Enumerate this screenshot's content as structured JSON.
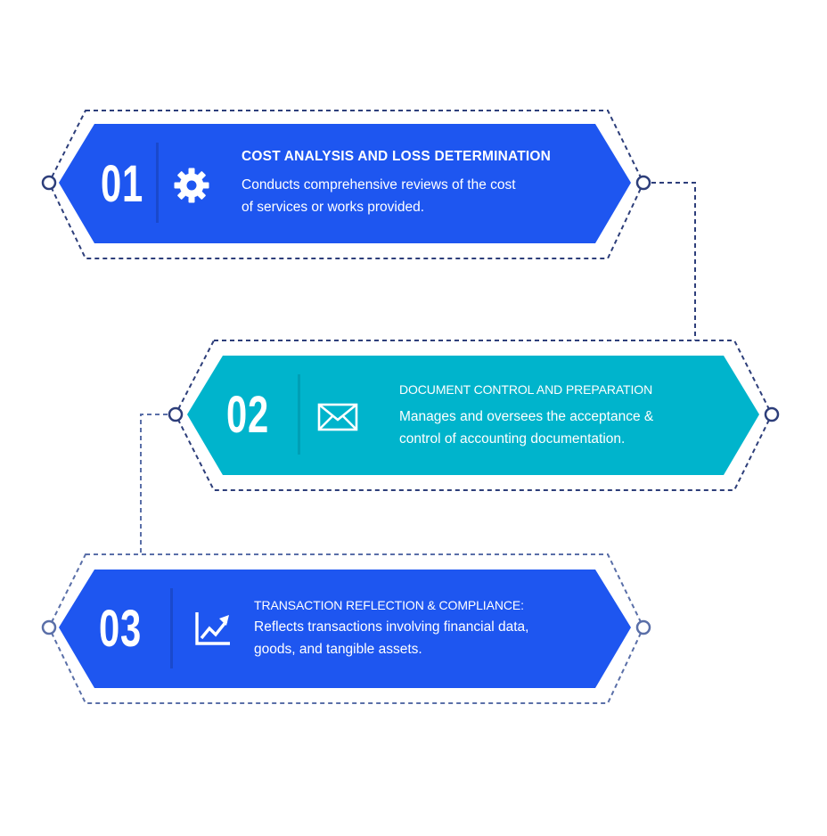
{
  "colors": {
    "blue": "#1e56f0",
    "teal": "#00b4cc",
    "outline": "#2d3e7a",
    "node_fill": "#ffffff"
  },
  "steps": [
    {
      "number": "01",
      "icon": "gear-icon",
      "title": "COST ANALYSIS AND LOSS DETERMINATION",
      "desc_line1": "Conducts comprehensive reviews of the cost",
      "desc_line2": "of services or works provided."
    },
    {
      "number": "02",
      "icon": "envelope-icon",
      "title": "DOCUMENT CONTROL AND PREPARATION",
      "desc_line1": "Manages and oversees the acceptance &",
      "desc_line2": "control of accounting documentation."
    },
    {
      "number": "03",
      "icon": "trend-up-icon",
      "title": "TRANSACTION REFLECTION & COMPLIANCE:",
      "desc_line1": "Reflects transactions involving financial data,",
      "desc_line2": "goods, and tangible assets."
    }
  ]
}
